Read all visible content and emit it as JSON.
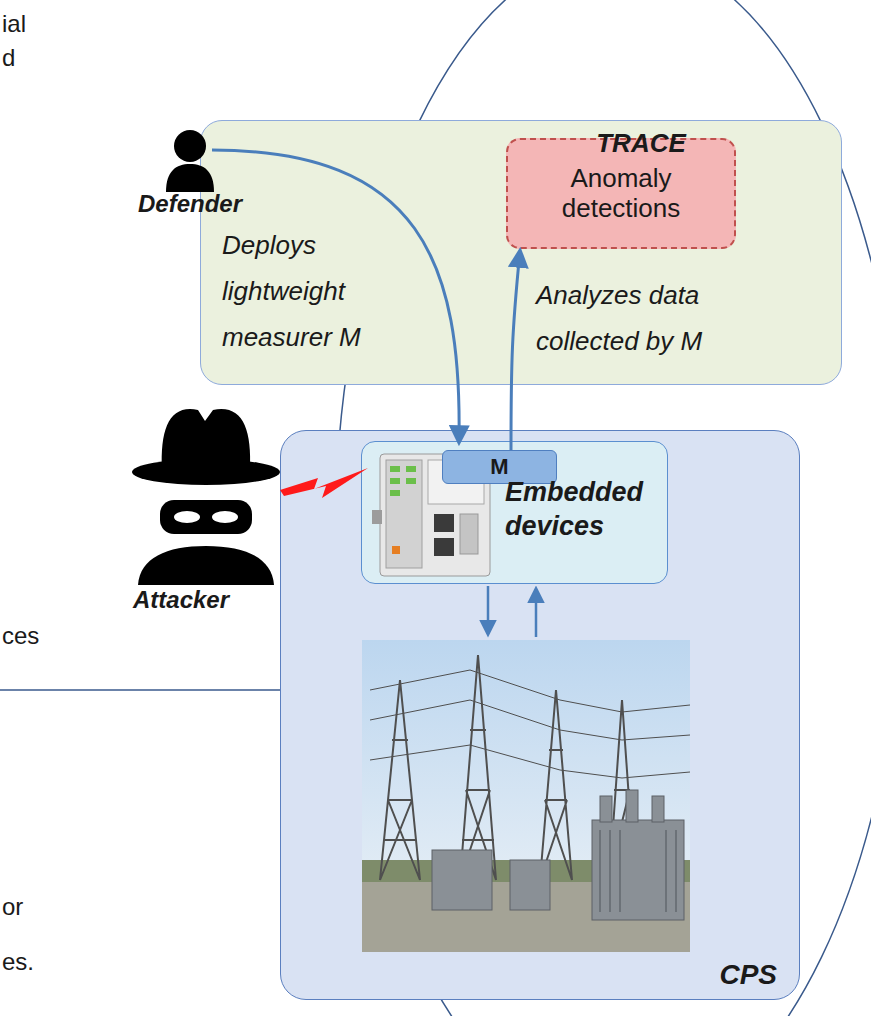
{
  "diagram": {
    "nodes": [
      {
        "text": [
          "TRACE"
        ]
      },
      {
        "text": [
          "Anomaly detections"
        ],
        "in": 0
      },
      {
        "text": [
          "CPS"
        ]
      },
      {
        "text": [
          "Embedded devices"
        ],
        "in": 2
      },
      {
        "text": [
          "M"
        ],
        "in": 3
      }
    ],
    "edges": [
      {
        "from": 4,
        "to": 1,
        "arrow": "to"
      }
    ],
    "labels": [
      "ial",
      "d",
      "Defender",
      "Deploys lightweight measurer M",
      "Analyzes data collected by M",
      "Attacker",
      "ces",
      "or",
      "es."
    ]
  }
}
